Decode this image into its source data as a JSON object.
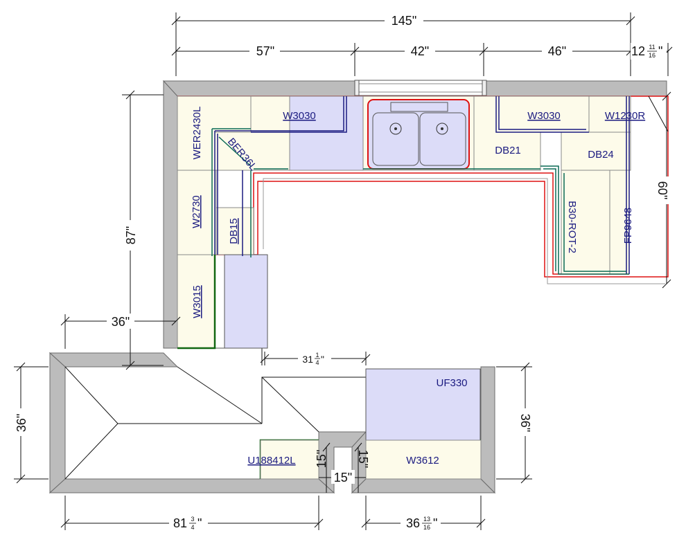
{
  "dimensions": {
    "total_width": "145\"",
    "seg_1": "57\"",
    "seg_2": "42\"",
    "seg_3": "46\"",
    "seg_4_whole": "12",
    "seg_4_num": "11",
    "seg_4_den": "16",
    "seg_4_unit": "\"",
    "left_height": "87\"",
    "left_offset": "36\"",
    "island_depth_left": "36\"",
    "opening_whole": "31",
    "opening_num": "1",
    "opening_den": "4",
    "opening_unit": "\"",
    "right_depth": "36\"",
    "right_wall": "60\"",
    "post_left": "15\"",
    "post_right": "15\"",
    "post_width": "15\"",
    "bottom_left_whole": "81",
    "bottom_left_num": "3",
    "bottom_left_den": "4",
    "bottom_left_unit": "\"",
    "bottom_right_whole": "36",
    "bottom_right_num": "13",
    "bottom_right_den": "16",
    "bottom_right_unit": "\""
  },
  "cabinets": {
    "w3030_left": "W3030",
    "w3030_right": "W3030",
    "w1230r": "W1230R",
    "wer2430l": "WER2430L",
    "ber36l": "BER36L",
    "db21": "DB21",
    "db24": "DB24",
    "w2730": "W2730",
    "db15": "DB15",
    "b30_rot_2": "B30-ROT-2",
    "fp9648": "FP9648",
    "w3015": "W3015",
    "uf330": "UF330",
    "u188412l": "U188412L",
    "w3612": "W3612"
  },
  "colors": {
    "wall": "#bcbcbc",
    "cabinet_fill": "#fdfbea",
    "appliance_fill": "#dcdcf8",
    "cabinet_outline": "#1a1a80",
    "counter_red": "#dd1111",
    "upper_green": "#116611"
  }
}
